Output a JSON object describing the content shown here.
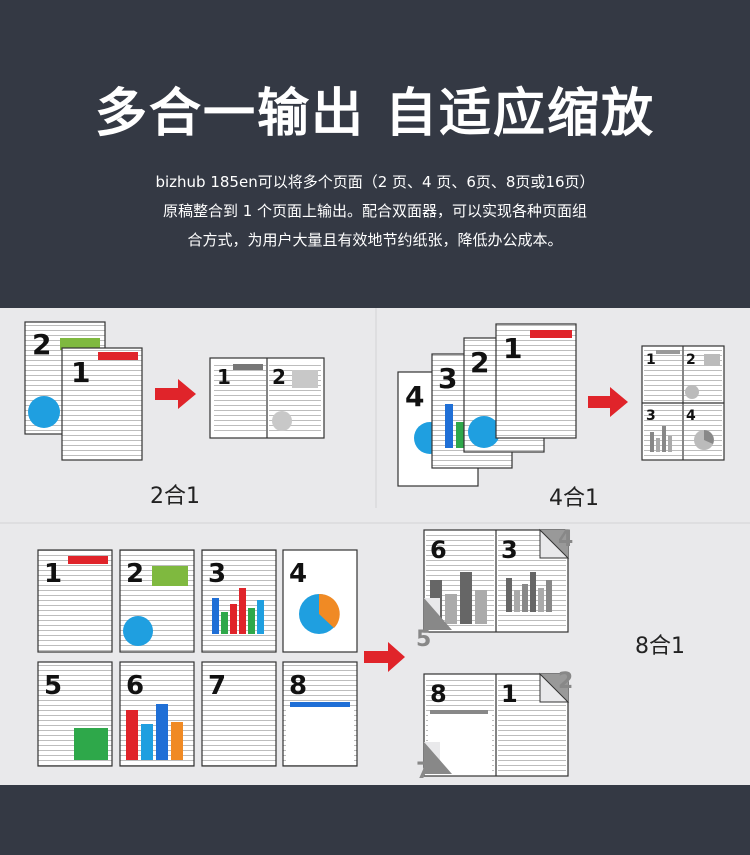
{
  "header": {
    "title": "多合一输出 自适应缩放",
    "desc_lines": [
      "bizhub 185en可以将多个页面（2 页、4 页、6页、8页或16页）",
      "原稿整合到 1 个页面上输出。配合双面器，可以实现各种页面组",
      "合方式，为用户大量且有效地节约纸张，降低办公成本。"
    ]
  },
  "examples": {
    "two_in_one": {
      "caption": "2合1",
      "pages": [
        "2",
        "1"
      ],
      "result_pages": [
        "1",
        "2"
      ]
    },
    "four_in_one": {
      "caption": "4合1",
      "pages": [
        "4",
        "3",
        "2",
        "1"
      ],
      "result_pages": [
        "1",
        "2",
        "3",
        "4"
      ]
    },
    "eight_in_one": {
      "caption": "8合1",
      "pages": [
        "1",
        "2",
        "3",
        "4",
        "5",
        "6",
        "7",
        "8"
      ],
      "result_sheet_top": [
        "6",
        "3",
        "4",
        "5"
      ],
      "result_sheet_bottom": [
        "8",
        "1",
        "2",
        "7"
      ]
    }
  },
  "colors": {
    "red": "#e0242a",
    "green": "#7fb93f",
    "blue": "#1f9fe0",
    "orange": "#f08a24",
    "dark": "#343944",
    "panel": "#e9e9eb"
  }
}
